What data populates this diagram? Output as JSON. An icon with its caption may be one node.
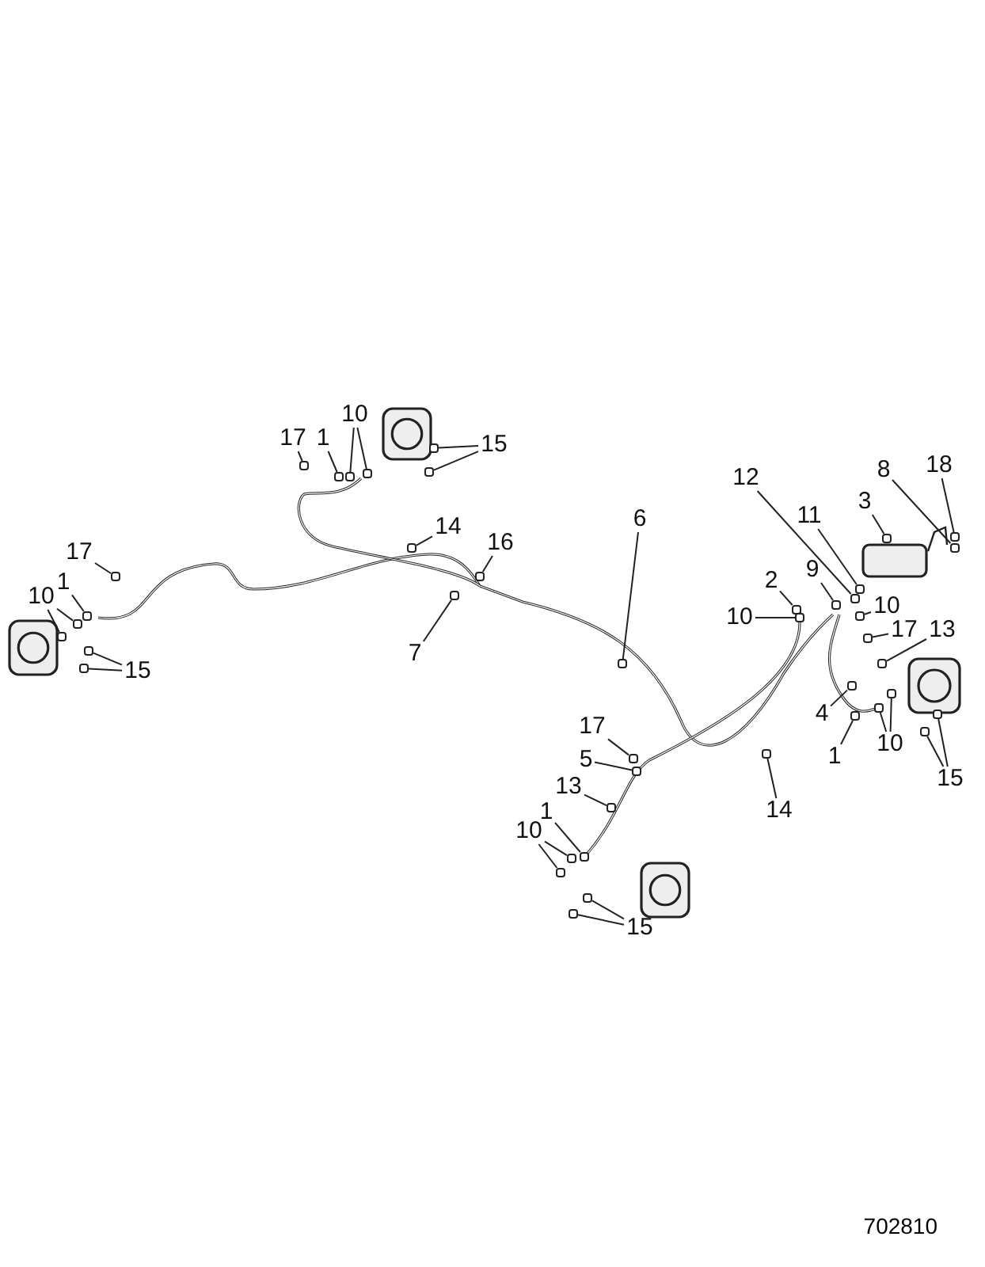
{
  "diagram": {
    "nodes": [
      {
        "text": [
          "17"
        ]
      },
      {
        "text": [
          "1"
        ]
      },
      {
        "text": [
          "10"
        ]
      },
      {
        "text": [
          "15"
        ]
      },
      {
        "text": [
          "14"
        ]
      },
      {
        "text": [
          "16"
        ]
      },
      {
        "text": [
          "7"
        ]
      },
      {
        "text": [
          "17"
        ]
      },
      {
        "text": [
          "1"
        ]
      },
      {
        "text": [
          "10"
        ]
      },
      {
        "text": [
          "15"
        ]
      },
      {
        "text": [
          "6"
        ]
      },
      {
        "text": [
          "12"
        ]
      },
      {
        "text": [
          "11"
        ]
      },
      {
        "text": [
          "9"
        ]
      },
      {
        "text": [
          "3"
        ]
      },
      {
        "text": [
          "8"
        ]
      },
      {
        "text": [
          "18"
        ]
      },
      {
        "text": [
          "2"
        ]
      },
      {
        "text": [
          "10"
        ]
      },
      {
        "text": [
          "10"
        ]
      },
      {
        "text": [
          "17"
        ]
      },
      {
        "text": [
          "13"
        ]
      },
      {
        "text": [
          "4"
        ]
      },
      {
        "text": [
          "1"
        ]
      },
      {
        "text": [
          "10"
        ]
      },
      {
        "text": [
          "15"
        ]
      },
      {
        "text": [
          "17"
        ]
      },
      {
        "text": [
          "5"
        ]
      },
      {
        "text": [
          "14"
        ]
      },
      {
        "text": [
          "13"
        ]
      },
      {
        "text": [
          "1"
        ]
      },
      {
        "text": [
          "10"
        ]
      },
      {
        "text": [
          "15"
        ]
      },
      {
        "text": [],
        "shape": "box"
      },
      {
        "text": [],
        "shape": "box"
      },
      {
        "text": [],
        "shape": "box"
      },
      {
        "text": [],
        "shape": "box"
      },
      {
        "text": [],
        "shape": "box"
      },
      {
        "text": [],
        "shape": "box"
      },
      {
        "text": [],
        "shape": "box"
      },
      {
        "text": [],
        "shape": "box"
      },
      {
        "text": [],
        "shape": "box"
      },
      {
        "text": [],
        "shape": "box"
      },
      {
        "text": [],
        "shape": "box"
      },
      {
        "text": [],
        "shape": "box"
      },
      {
        "text": [],
        "shape": "box"
      },
      {
        "text": [],
        "shape": "box"
      },
      {
        "text": [],
        "shape": "box"
      },
      {
        "text": [],
        "shape": "box"
      },
      {
        "text": [],
        "shape": "box"
      },
      {
        "text": [],
        "shape": "box"
      },
      {
        "text": [],
        "shape": "box"
      },
      {
        "text": [],
        "shape": "box"
      },
      {
        "text": [],
        "shape": "box"
      },
      {
        "text": [],
        "shape": "box"
      },
      {
        "text": [],
        "shape": "box"
      },
      {
        "text": [],
        "shape": "box"
      },
      {
        "text": [],
        "shape": "box"
      },
      {
        "text": [],
        "shape": "box"
      },
      {
        "text": [],
        "shape": "box"
      },
      {
        "text": [],
        "shape": "box"
      },
      {
        "text": [],
        "shape": "box"
      },
      {
        "text": [],
        "shape": "box"
      },
      {
        "text": [],
        "shape": "box"
      },
      {
        "text": [],
        "shape": "box"
      },
      {
        "text": [],
        "shape": "box"
      },
      {
        "text": [],
        "shape": "box"
      },
      {
        "text": [],
        "shape": "box"
      },
      {
        "text": [],
        "shape": "box"
      },
      {
        "text": [],
        "shape": "box"
      },
      {
        "text": [],
        "shape": "box"
      },
      {
        "text": [],
        "shape": "box"
      },
      {
        "text": [],
        "shape": "box"
      },
      {
        "text": [],
        "shape": "box"
      },
      {
        "text": [],
        "shape": "box"
      }
    ],
    "edges": [
      {
        "from": 0,
        "to": 34,
        "arrow": "none"
      },
      {
        "from": 1,
        "to": 35,
        "arrow": "none"
      },
      {
        "from": 2,
        "to": 36,
        "arrow": "none"
      },
      {
        "from": 2,
        "to": 37,
        "arrow": "none"
      },
      {
        "from": 3,
        "to": 38,
        "arrow": "none"
      },
      {
        "from": 3,
        "to": 39,
        "arrow": "none"
      },
      {
        "from": 4,
        "to": 40,
        "arrow": "none"
      },
      {
        "from": 5,
        "to": 41,
        "arrow": "none"
      },
      {
        "from": 6,
        "to": 42,
        "arrow": "none"
      },
      {
        "from": 7,
        "to": 43,
        "arrow": "none"
      },
      {
        "from": 8,
        "to": 44,
        "arrow": "none"
      },
      {
        "from": 9,
        "to": 45,
        "arrow": "none"
      },
      {
        "from": 9,
        "to": 46,
        "arrow": "none"
      },
      {
        "from": 10,
        "to": 47,
        "arrow": "none"
      },
      {
        "from": 10,
        "to": 48,
        "arrow": "none"
      },
      {
        "from": 11,
        "to": 49,
        "arrow": "none"
      },
      {
        "from": 12,
        "to": 50,
        "arrow": "none"
      },
      {
        "from": 13,
        "to": 51,
        "arrow": "none"
      },
      {
        "from": 14,
        "to": 52,
        "arrow": "none"
      },
      {
        "from": 15,
        "to": 53,
        "arrow": "none"
      },
      {
        "from": 16,
        "to": 54,
        "arrow": "none"
      },
      {
        "from": 17,
        "to": 55,
        "arrow": "none"
      },
      {
        "from": 18,
        "to": 56,
        "arrow": "none"
      },
      {
        "from": 19,
        "to": 57,
        "arrow": "none"
      },
      {
        "from": 20,
        "to": 58,
        "arrow": "none"
      },
      {
        "from": 21,
        "to": 59,
        "arrow": "none"
      },
      {
        "from": 22,
        "to": 60,
        "arrow": "none"
      },
      {
        "from": 23,
        "to": 61,
        "arrow": "none"
      },
      {
        "from": 24,
        "to": 62,
        "arrow": "none"
      },
      {
        "from": 25,
        "to": 63,
        "arrow": "none"
      },
      {
        "from": 25,
        "to": 64,
        "arrow": "none"
      },
      {
        "from": 26,
        "to": 65,
        "arrow": "none"
      },
      {
        "from": 26,
        "to": 66,
        "arrow": "none"
      },
      {
        "from": 27,
        "to": 67,
        "arrow": "none"
      },
      {
        "from": 28,
        "to": 68,
        "arrow": "none"
      },
      {
        "from": 29,
        "to": 69,
        "arrow": "none"
      },
      {
        "from": 30,
        "to": 70,
        "arrow": "none"
      },
      {
        "from": 31,
        "to": 71,
        "arrow": "none"
      },
      {
        "from": 32,
        "to": 72,
        "arrow": "none"
      },
      {
        "from": 32,
        "to": 73,
        "arrow": "none"
      },
      {
        "from": 33,
        "to": 74,
        "arrow": "none"
      },
      {
        "from": 33,
        "to": 75,
        "arrow": "none"
      }
    ],
    "labels": [
      "702810"
    ]
  }
}
